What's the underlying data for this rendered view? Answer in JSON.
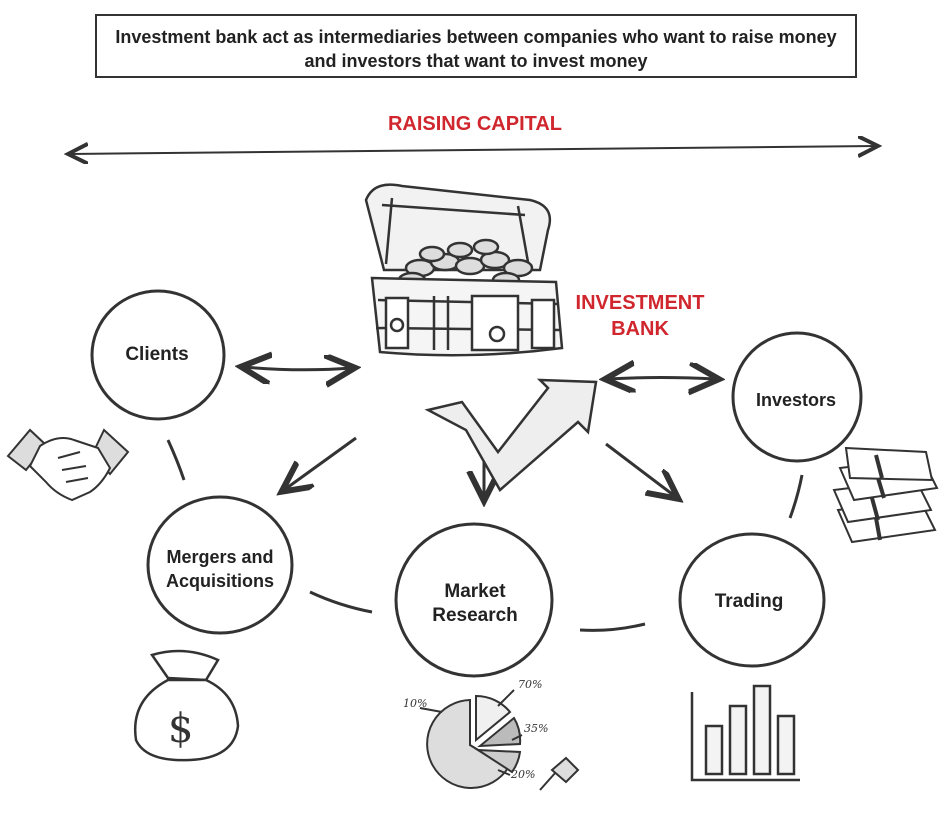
{
  "header": {
    "text": "Investment bank act as intermediaries between companies who want to raise money and investors that want to invest money"
  },
  "raising_capital_label": "RAISING CAPITAL",
  "center": {
    "label": "INVESTMENT BANK",
    "icon": "treasure-chest-icon"
  },
  "nodes": {
    "clients": {
      "label": "Clients",
      "icon": "handshake-icon"
    },
    "investors": {
      "label": "Investors",
      "icon": "money-stack-icon"
    },
    "mergers": {
      "label": "Mergers and Acquisitions",
      "icon": "money-bag-icon"
    },
    "research": {
      "label": "Market Research",
      "icon": "pie-chart-icon"
    },
    "trading": {
      "label": "Trading",
      "icon": "bar-chart-icon"
    }
  },
  "pie_labels": [
    "10%",
    "70%",
    "35%",
    "20%"
  ],
  "colors": {
    "accent": "#d0262d",
    "ink": "#333333"
  }
}
